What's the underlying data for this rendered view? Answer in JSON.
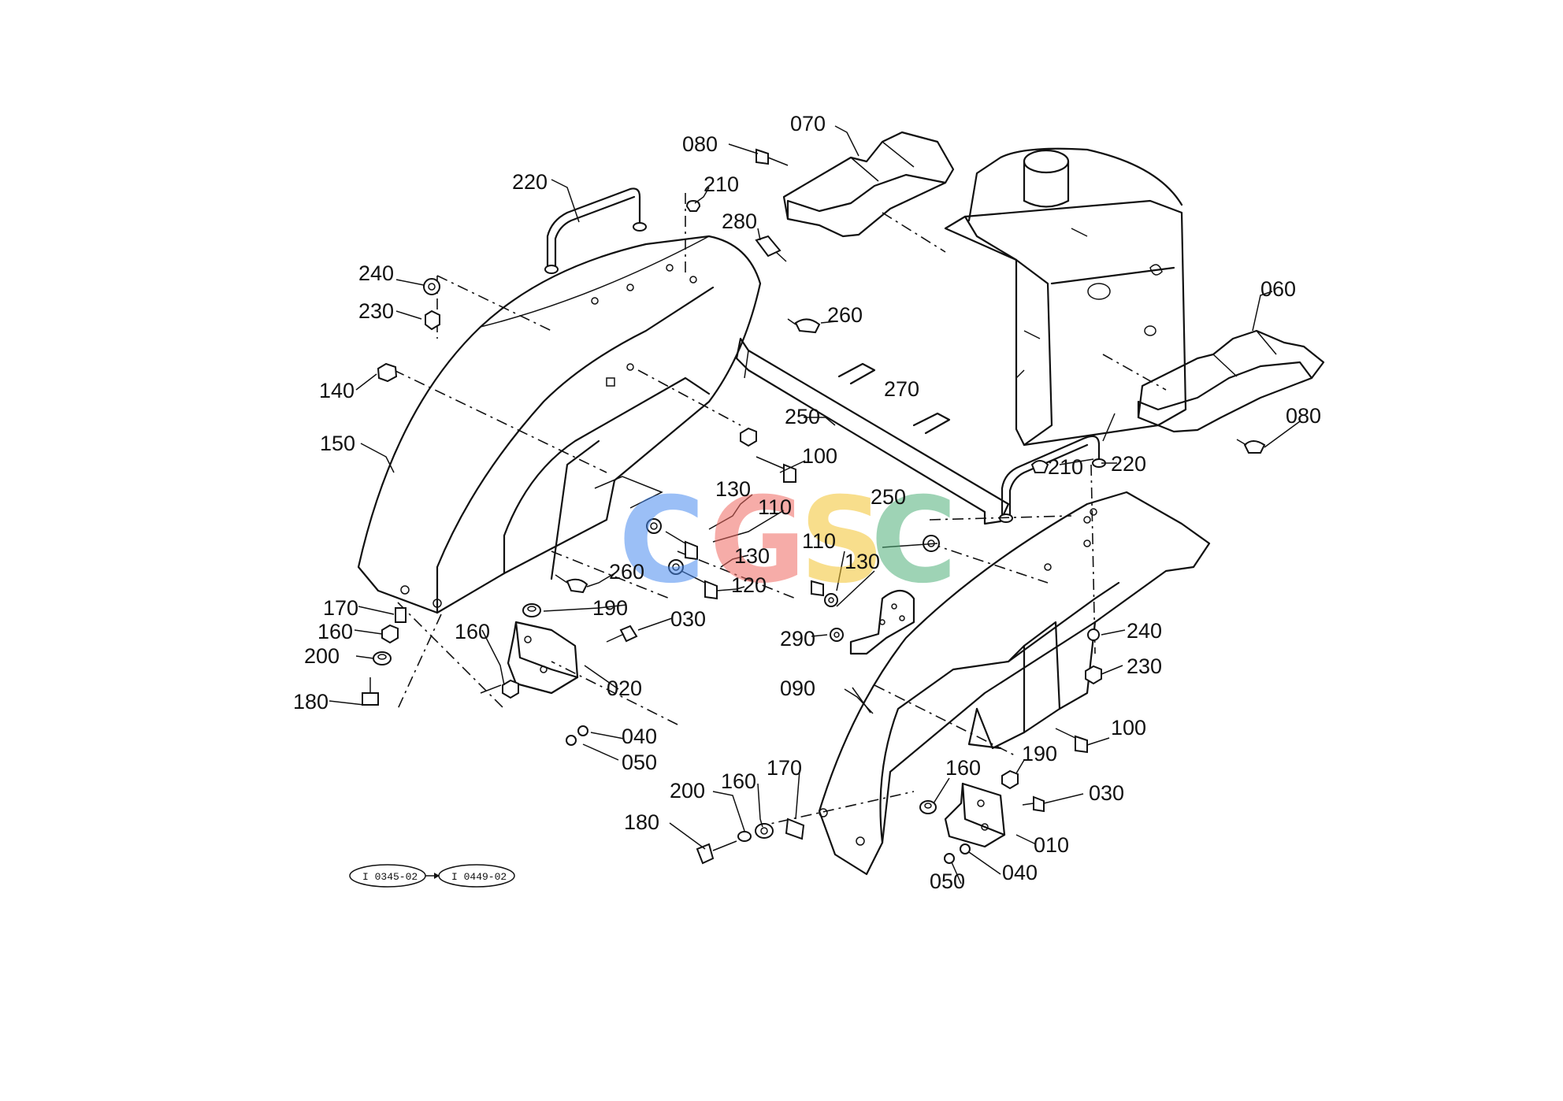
{
  "watermark": {
    "letters": [
      {
        "char": "C",
        "color": "#4a8bf0"
      },
      {
        "char": "G",
        "color": "#f06a62"
      },
      {
        "char": "S",
        "color": "#f4c430"
      },
      {
        "char": "C",
        "color": "#4fb07a"
      }
    ]
  },
  "labels": {
    "p010": "010",
    "p020": "020",
    "p030a": "030",
    "p030b": "030",
    "p040a": "040",
    "p040b": "040",
    "p050a": "050",
    "p050b": "050",
    "p060": "060",
    "p070": "070",
    "p080a": "080",
    "p080b": "080",
    "p090": "090",
    "p100a": "100",
    "p100b": "100",
    "p110a": "110",
    "p110b": "110",
    "p120": "120",
    "p130a": "130",
    "p130b": "130",
    "p130c": "130",
    "p140": "140",
    "p150": "150",
    "p160a": "160",
    "p160b": "160",
    "p160c": "160",
    "p160d": "160",
    "p170a": "170",
    "p170b": "170",
    "p180a": "180",
    "p180b": "180",
    "p190a": "190",
    "p190b": "190",
    "p200a": "200",
    "p200b": "200",
    "p210a": "210",
    "p210b": "210",
    "p220a": "220",
    "p220b": "220",
    "p230a": "230",
    "p230b": "230",
    "p240a": "240",
    "p240b": "240",
    "p250a": "250",
    "p250b": "250",
    "p260a": "260",
    "p260b": "260",
    "p270": "270",
    "p280": "280",
    "p290": "290"
  },
  "serial_range": {
    "from": "I 0345-02",
    "to": "I 0449-02"
  }
}
